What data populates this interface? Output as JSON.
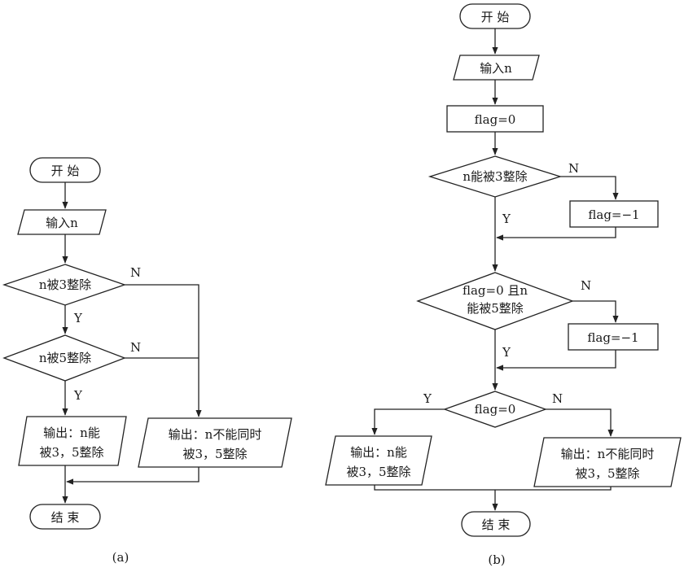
{
  "colors": {
    "stroke": "#222222",
    "text": "#1a1a1a",
    "background": "#ffffff"
  },
  "flowchart_a": {
    "caption": "(a)",
    "start": "开  始",
    "input": "输入n",
    "decision1": "n被3整除",
    "decision2": "n被5整除",
    "output_yes": [
      "输出：n能",
      "被3，5整除"
    ],
    "output_no": [
      "输出：n不能同时",
      "被3，5整除"
    ],
    "end": "结  束",
    "yes": "Y",
    "no": "N"
  },
  "flowchart_b": {
    "caption": "(b)",
    "start": "开  始",
    "input": "输入n",
    "init": "flag=0",
    "decision1": "n能被3整除",
    "assign1": "flag=−1",
    "decision2": [
      "flag=0 且n",
      "能被5整除"
    ],
    "assign2": "flag=−1",
    "decision3": "flag=0",
    "output_yes": [
      "输出：n能",
      "被3，5整除"
    ],
    "output_no": [
      "输出：n不能同时",
      "被3，5整除"
    ],
    "end": "结  束",
    "yes": "Y",
    "no": "N"
  }
}
